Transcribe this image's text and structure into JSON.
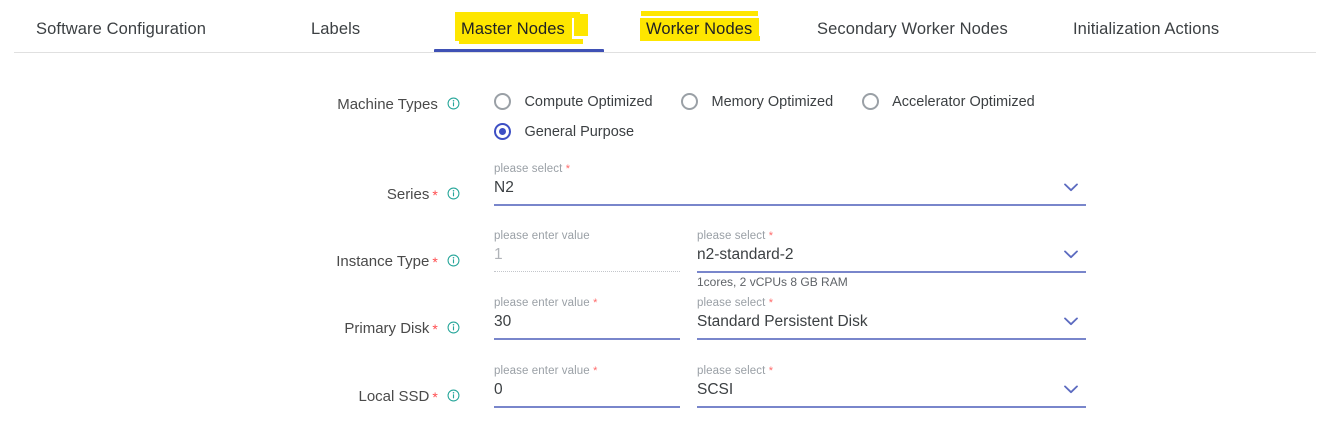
{
  "tabs": [
    {
      "label": "Software Configuration",
      "active": false,
      "highlighted": false
    },
    {
      "label": "Labels",
      "active": false,
      "highlighted": false
    },
    {
      "label": "Master Nodes",
      "active": true,
      "highlighted": true
    },
    {
      "label": "Worker Nodes",
      "active": false,
      "highlighted": true
    },
    {
      "label": "Secondary Worker Nodes",
      "active": false,
      "highlighted": false
    },
    {
      "label": "Initialization Actions",
      "active": false,
      "highlighted": false
    }
  ],
  "colors": {
    "accent_underline": "#3f51b5",
    "highlight": "#fee600",
    "field_underline": "#7986cb",
    "info_icon": "#26a69a",
    "required_star": "#ff4d4f",
    "radio_selected": "#3d4fc4"
  },
  "form": {
    "machine_types": {
      "label": "Machine Types",
      "required": false,
      "info_icon": "info-circle-icon",
      "options": [
        {
          "label": "Compute Optimized",
          "selected": false
        },
        {
          "label": "Memory Optimized",
          "selected": false
        },
        {
          "label": "Accelerator Optimized",
          "selected": false
        },
        {
          "label": "General Purpose",
          "selected": true
        }
      ]
    },
    "series": {
      "label": "Series",
      "required": true,
      "info_icon": "info-circle-icon",
      "select": {
        "float_label": "please select",
        "required_mark": "*",
        "value": "N2",
        "chevron": "chevron-down-icon"
      }
    },
    "instance_type": {
      "label": "Instance Type",
      "required": true,
      "info_icon": "info-circle-icon",
      "count_input": {
        "float_label": "please enter value",
        "required_mark": "",
        "value": "1",
        "disabled": true
      },
      "select": {
        "float_label": "please select",
        "required_mark": "*",
        "value": "n2-standard-2",
        "chevron": "chevron-down-icon"
      },
      "helper_text": "1cores, 2 vCPUs 8 GB RAM"
    },
    "primary_disk": {
      "label": "Primary Disk",
      "required": true,
      "info_icon": "info-circle-icon",
      "size_input": {
        "float_label": "please enter value",
        "required_mark": "*",
        "value": "30",
        "disabled": false
      },
      "select": {
        "float_label": "please select",
        "required_mark": "*",
        "value": "Standard Persistent Disk",
        "chevron": "chevron-down-icon"
      }
    },
    "local_ssd": {
      "label": "Local SSD",
      "required": true,
      "info_icon": "info-circle-icon",
      "count_input": {
        "float_label": "please enter value",
        "required_mark": "*",
        "value": "0",
        "disabled": false
      },
      "select": {
        "float_label": "please select",
        "required_mark": "*",
        "value": "SCSI",
        "chevron": "chevron-down-icon"
      }
    }
  }
}
